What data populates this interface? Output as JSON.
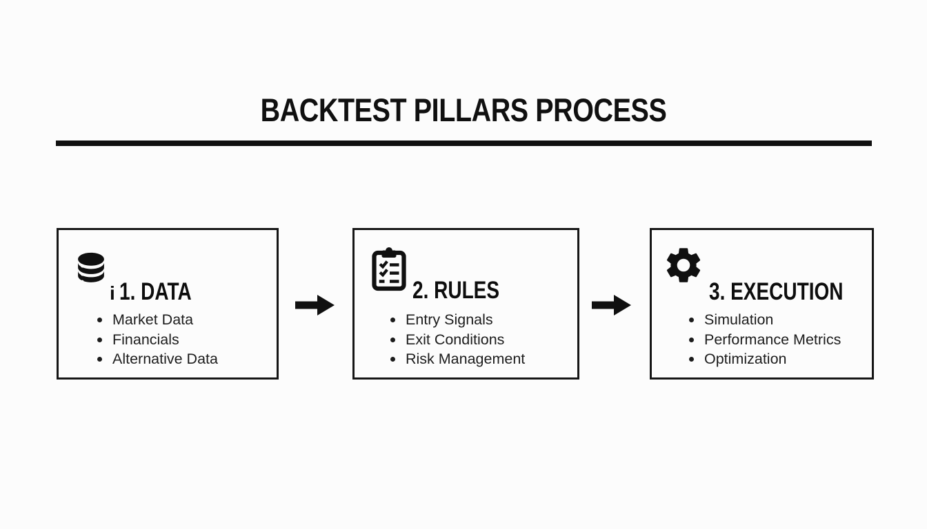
{
  "title": "BACKTEST PILLARS PROCESS",
  "colors": {
    "ink": "#101010",
    "background": "#fcfcfc",
    "body_text": "#1c1c1c"
  },
  "pillars": [
    {
      "icon": "database-icon",
      "stray_glyph": "i",
      "heading": "1. DATA",
      "items": [
        "Market Data",
        "Financials",
        "Alternative Data"
      ]
    },
    {
      "icon": "clipboard-checklist-icon",
      "heading": "2. RULES",
      "items": [
        "Entry Signals",
        "Exit Conditions",
        "Risk Management"
      ]
    },
    {
      "icon": "gear-icon",
      "heading": "3. EXECUTION",
      "items": [
        "Simulation",
        "Performance Metrics",
        "Optimization"
      ]
    }
  ],
  "connectors": [
    "arrow-right",
    "arrow-right"
  ]
}
